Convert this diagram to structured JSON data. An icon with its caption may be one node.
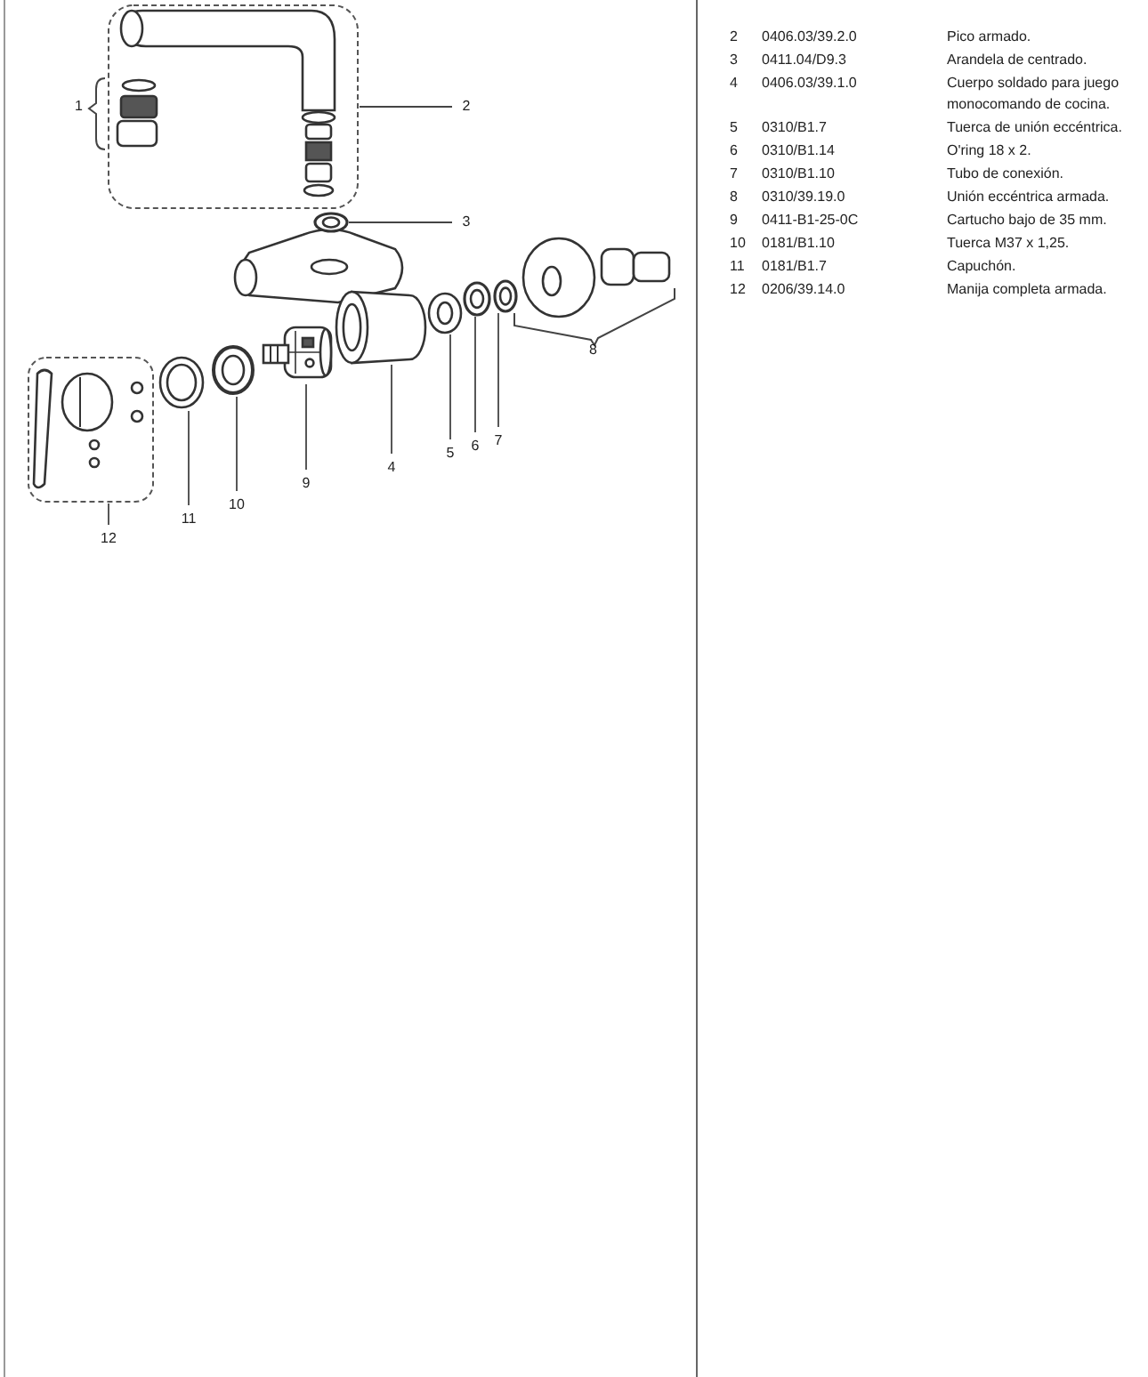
{
  "diagram": {
    "nodes": [
      {
        "text": [
          "2"
        ]
      },
      {
        "text": [],
        "shape": "picture"
      },
      {
        "text": [
          "3"
        ]
      },
      {
        "text": [],
        "shape": "ring"
      },
      {
        "text": [
          "4"
        ]
      },
      {
        "text": [],
        "shape": "cylinder"
      },
      {
        "text": [
          "5"
        ]
      },
      {
        "text": [],
        "shape": "picture"
      },
      {
        "text": [
          "6"
        ]
      },
      {
        "text": [],
        "shape": "ring"
      },
      {
        "text": [
          "7"
        ]
      },
      {
        "text": [],
        "shape": "ring"
      },
      {
        "text": [
          "9"
        ]
      },
      {
        "text": [],
        "shape": "picture"
      },
      {
        "text": [
          "10"
        ]
      },
      {
        "text": [],
        "shape": "picture"
      },
      {
        "text": [
          "11"
        ]
      },
      {
        "text": [],
        "shape": "picture"
      },
      {
        "text": [
          "12"
        ]
      },
      {
        "text": [],
        "shape": "picture"
      }
    ],
    "edges": [
      {
        "from": 0,
        "to": 1,
        "arrow": "none"
      },
      {
        "from": 2,
        "to": 3,
        "arrow": "none"
      },
      {
        "from": 4,
        "to": 5,
        "arrow": "none"
      },
      {
        "from": 6,
        "to": 7,
        "arrow": "none"
      },
      {
        "from": 8,
        "to": 9,
        "arrow": "none"
      },
      {
        "from": 10,
        "to": 11,
        "arrow": "none"
      },
      {
        "from": 12,
        "to": 13,
        "arrow": "none"
      },
      {
        "from": 14,
        "to": 15,
        "arrow": "none"
      },
      {
        "from": 16,
        "to": 17,
        "arrow": "none"
      },
      {
        "from": 18,
        "to": 19,
        "arrow": "none"
      }
    ],
    "labels": [
      "1",
      "8",
      "2",
      "0406.03/39.2.0",
      "Pico armado.",
      "3",
      "0411.04/D9.3",
      "Arandela de centrado.",
      "4",
      "0406.03/39.1.0",
      "Cuerpo soldado para juego monocomando de cocina.",
      "5",
      "0310/B1.7",
      "Tuerca de unión eccéntrica.",
      "6",
      "0310/B1.14",
      "O'ring 18 x 2.",
      "7",
      "0310/B1.10",
      "Tubo de conexión.",
      "8",
      "0310/39.19.0",
      "Unión eccéntrica armada.",
      "9",
      "0411-B1-25-0C",
      "Cartucho bajo de 35 mm.",
      "10",
      "0181/B1.10",
      "Tuerca M37 x 1,25.",
      "11",
      "0181/B1.7",
      "Capuchón.",
      "12",
      "0206/39.14.0",
      "Manija completa armada."
    ]
  }
}
